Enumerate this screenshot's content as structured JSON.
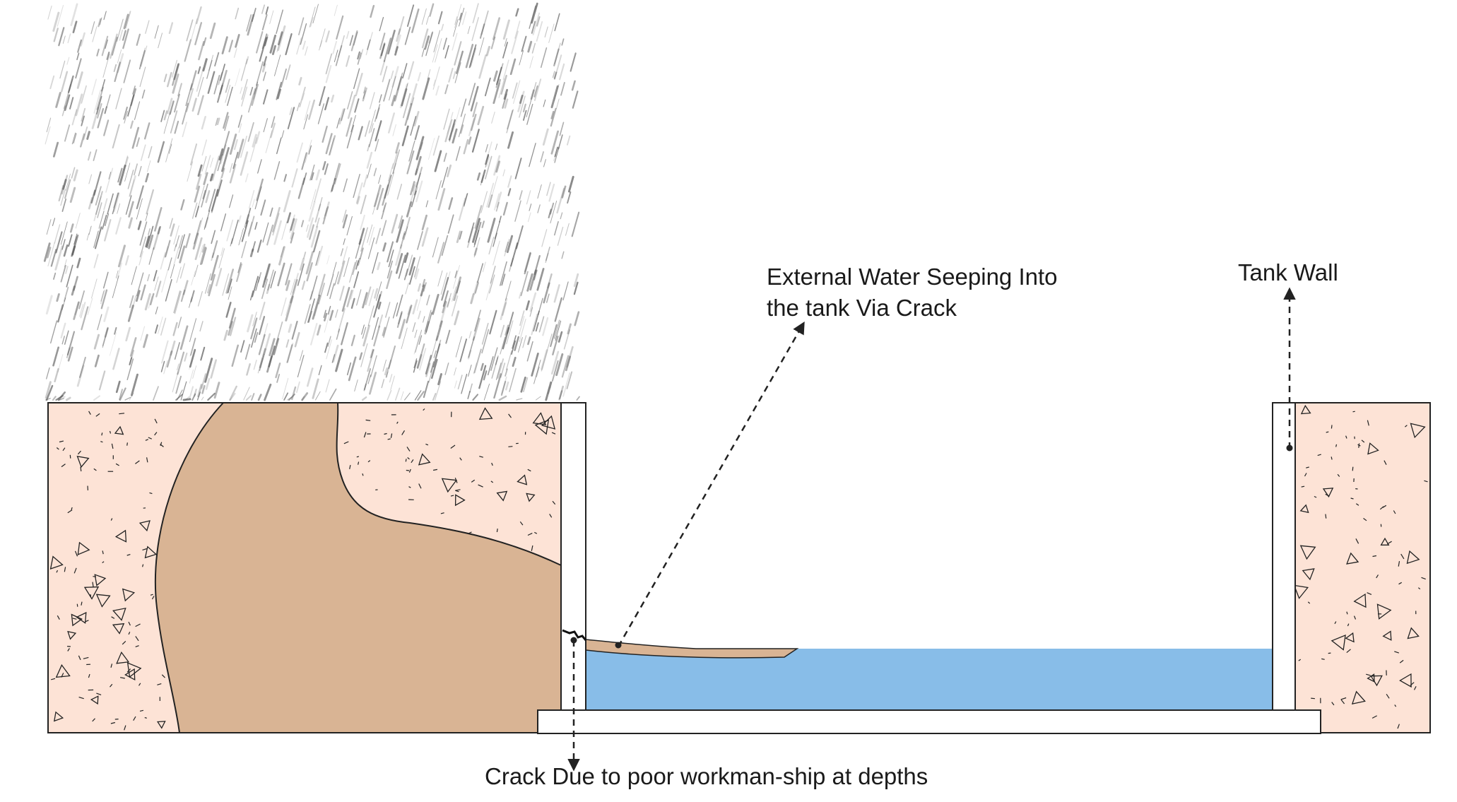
{
  "labels": {
    "seepage_line1": "External Water Seeping Into",
    "seepage_line2": "the tank Via Crack",
    "tank_wall": "Tank Wall",
    "crack": "Crack Due to poor workman-ship at depths"
  },
  "colors": {
    "soil_fill": "#fde3d6",
    "seepage_plume": "#d9b494",
    "tank_water": "#88bde8",
    "outline": "#222222",
    "rain_streak": "#555555"
  },
  "icons": {
    "rain": "rain-streaks",
    "soil_speckle": "aggregate-triangle"
  }
}
